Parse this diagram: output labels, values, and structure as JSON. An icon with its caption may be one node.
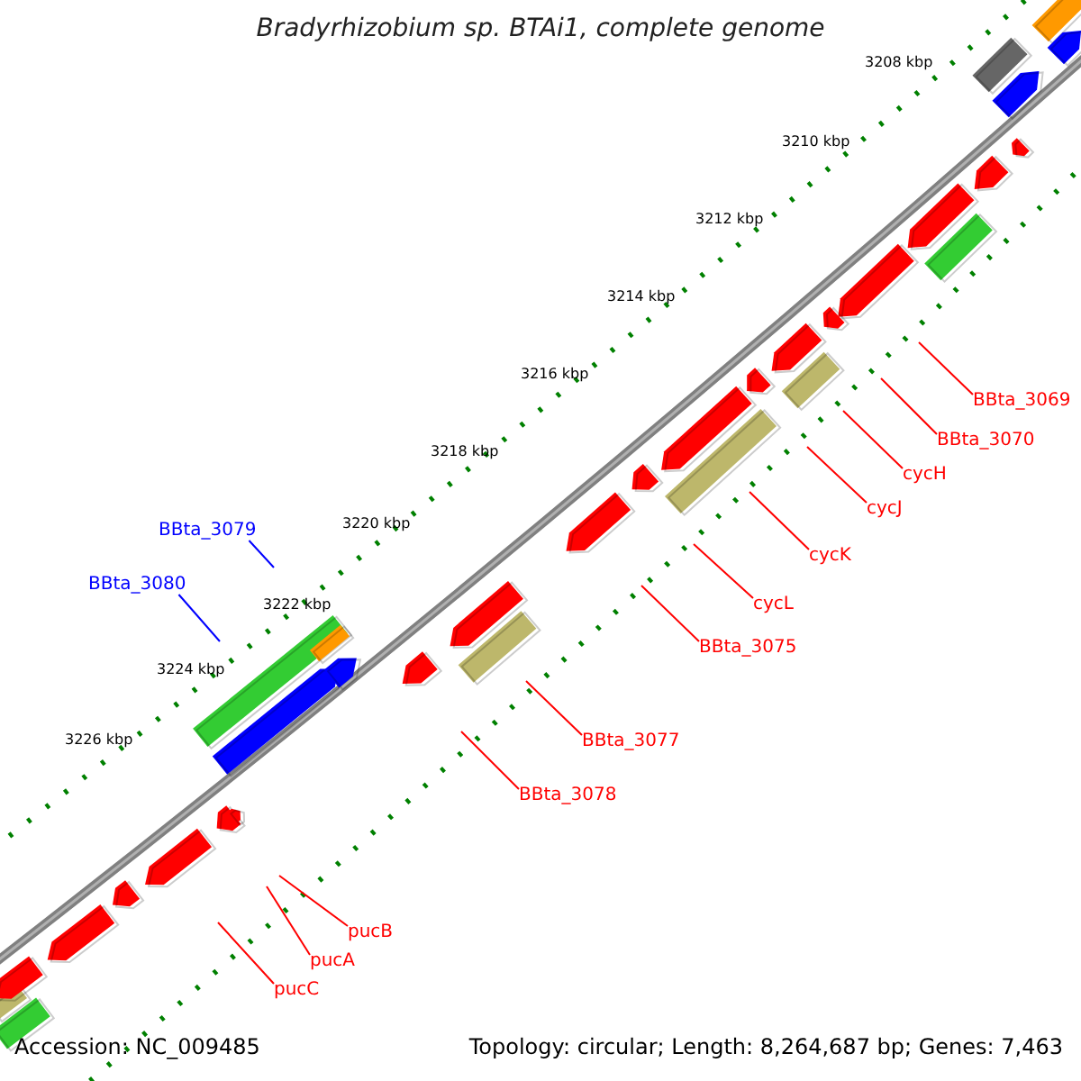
{
  "diagram": {
    "title": "Bradyrhizobium sp. BTAi1, complete genome",
    "nodes": [
      {
        "text": [
          "BBta_3069"
        ]
      },
      {
        "text": [
          "BBta_3070"
        ]
      },
      {
        "text": [
          "cycH"
        ]
      },
      {
        "text": [
          "cycJ"
        ]
      },
      {
        "text": [
          "cycK"
        ]
      },
      {
        "text": [
          "cycL"
        ]
      },
      {
        "text": [
          "BBta_3075"
        ]
      },
      {
        "text": [
          "BBta_3077"
        ]
      },
      {
        "text": [
          "BBta_3078"
        ]
      },
      {
        "text": [
          "pucB"
        ]
      },
      {
        "text": [
          "pucA"
        ]
      },
      {
        "text": [
          "pucC"
        ]
      },
      {
        "text": [
          "BBta_3079"
        ]
      },
      {
        "text": [
          "BBta_3080"
        ]
      }
    ],
    "edges": [
      {
        "from": 0,
        "to": null,
        "arrow": "none"
      },
      {
        "from": 1,
        "to": null,
        "arrow": "none"
      },
      {
        "from": 2,
        "to": null,
        "arrow": "none"
      },
      {
        "from": 3,
        "to": null,
        "arrow": "none"
      },
      {
        "from": 4,
        "to": null,
        "arrow": "none"
      },
      {
        "from": 5,
        "to": null,
        "arrow": "none"
      },
      {
        "from": 6,
        "to": null,
        "arrow": "none"
      },
      {
        "from": 7,
        "to": null,
        "arrow": "none"
      },
      {
        "from": 8,
        "to": null,
        "arrow": "none"
      },
      {
        "from": 9,
        "to": null,
        "arrow": "none"
      },
      {
        "from": 10,
        "to": null,
        "arrow": "none"
      },
      {
        "from": 11,
        "to": null,
        "arrow": "none"
      },
      {
        "from": 12,
        "to": null,
        "arrow": "none",
        "color": "#0000ff"
      },
      {
        "from": 13,
        "to": null,
        "arrow": "none",
        "color": "#0000ff"
      }
    ],
    "labels": [
      "3208 kbp",
      "3210 kbp",
      "3212 kbp",
      "3214 kbp",
      "3216 kbp",
      "3218 kbp",
      "3220 kbp",
      "3222 kbp",
      "3224 kbp",
      "3226 kbp",
      "Accession: NC_009485",
      "Topology: circular; Length: 8,264,687 bp; Genes: 7,463"
    ]
  }
}
